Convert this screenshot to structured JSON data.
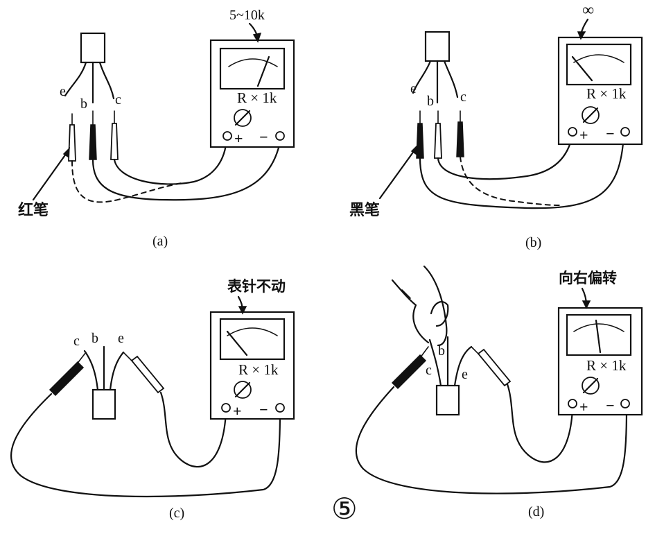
{
  "lead_labels": {
    "e": "e",
    "b": "b",
    "c": "c"
  },
  "meter": {
    "range_label": "R × 1k",
    "plus": "+",
    "minus": "−"
  },
  "panels": [
    {
      "caption": "(a)",
      "reading": "5~10k",
      "probe_note": "红笔"
    },
    {
      "caption": "(b)",
      "reading": "∞",
      "probe_note": "黑笔"
    },
    {
      "caption": "(c)",
      "reading": "表针不动"
    },
    {
      "caption": "(d)",
      "reading": "向右偏转"
    }
  ],
  "figure_number": "⑤"
}
